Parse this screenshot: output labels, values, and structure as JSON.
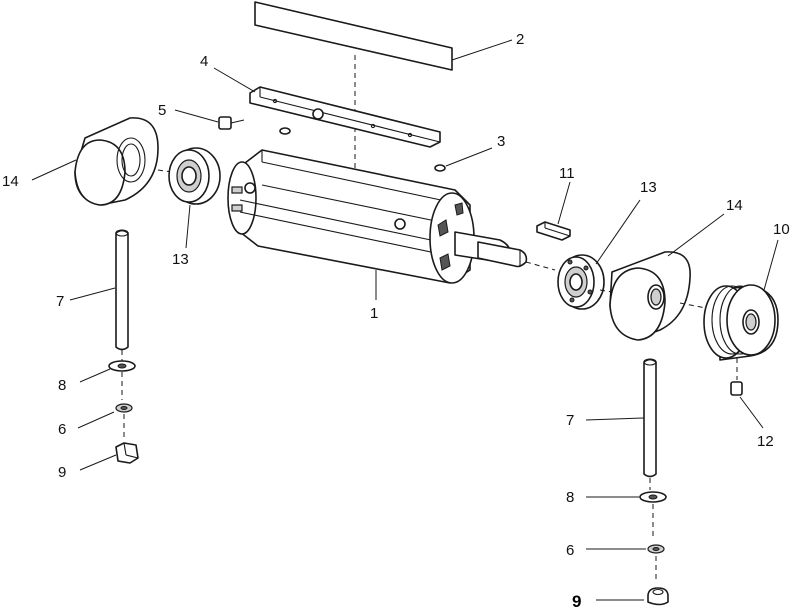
{
  "callouts": {
    "blade": "2",
    "gib": "4",
    "bolt": "5",
    "screw": "3",
    "bearing_left_outer": "14",
    "bearing_left_inner": "13",
    "cutterhead": "1",
    "key": "11",
    "bearing_right_inner": "13",
    "bearing_right_outer": "14",
    "pulley": "10",
    "set_screw": "12",
    "stud_left": "7",
    "washer_left": "8",
    "lock_washer_left": "6",
    "nut_left": "9",
    "stud_right": "7",
    "washer_right": "8",
    "lock_washer_right": "6",
    "nut_right": "9"
  }
}
